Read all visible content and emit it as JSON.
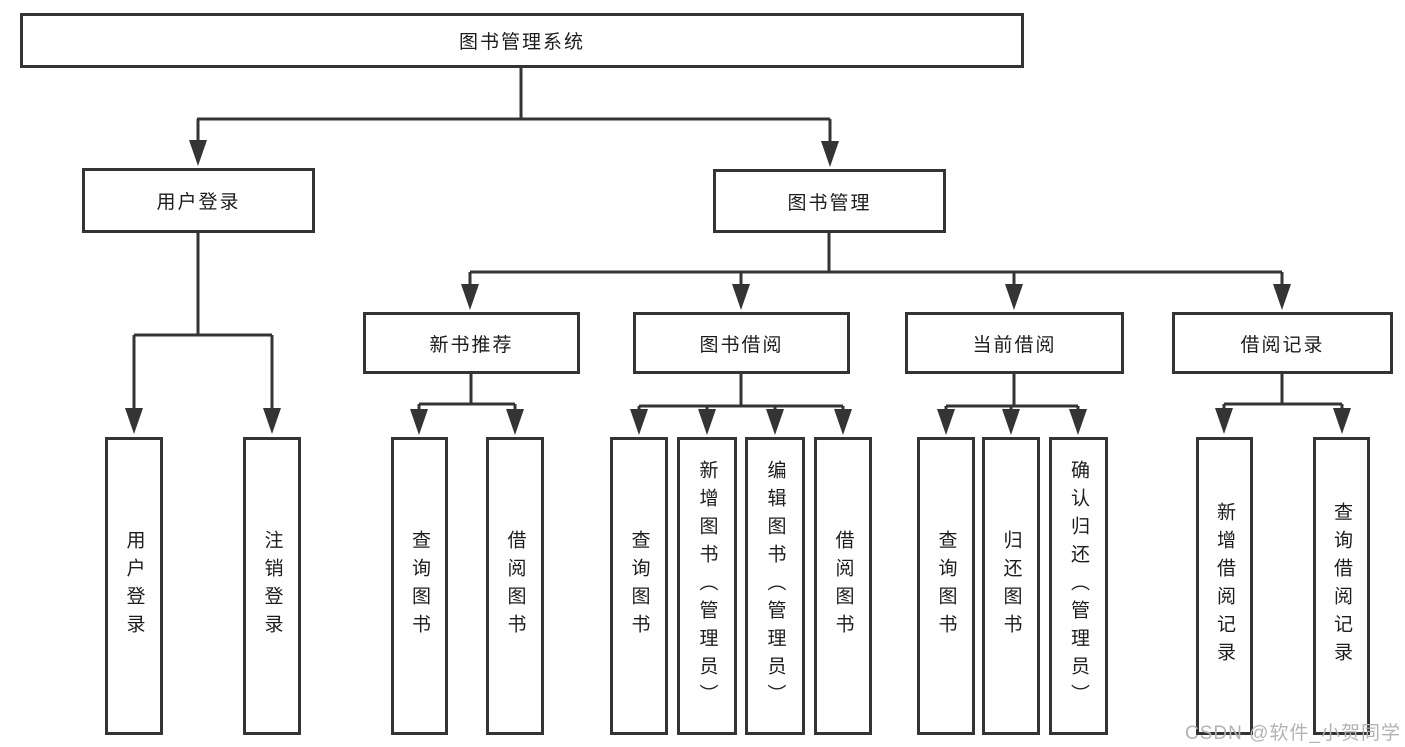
{
  "tree": {
    "root": "图书管理系统",
    "branches": [
      {
        "label": "用户登录",
        "children": [
          "用户登录",
          "注销登录"
        ]
      },
      {
        "label": "图书管理",
        "children": [
          {
            "label": "新书推荐",
            "children": [
              "查询图书",
              "借阅图书"
            ]
          },
          {
            "label": "图书借阅",
            "children": [
              "查询图书",
              "新增图书（管理员）",
              "编辑图书（管理员）",
              "借阅图书"
            ]
          },
          {
            "label": "当前借阅",
            "children": [
              "查询图书",
              "归还图书",
              "确认归还（管理员）"
            ]
          },
          {
            "label": "借阅记录",
            "children": [
              "新增借阅记录",
              "查询借阅记录"
            ]
          }
        ]
      }
    ]
  },
  "colors": {
    "line": "#343434",
    "text": "#1c1c1c",
    "watermark": "#b3b3b3"
  },
  "watermark": "CSDN @软件_小贺同学"
}
